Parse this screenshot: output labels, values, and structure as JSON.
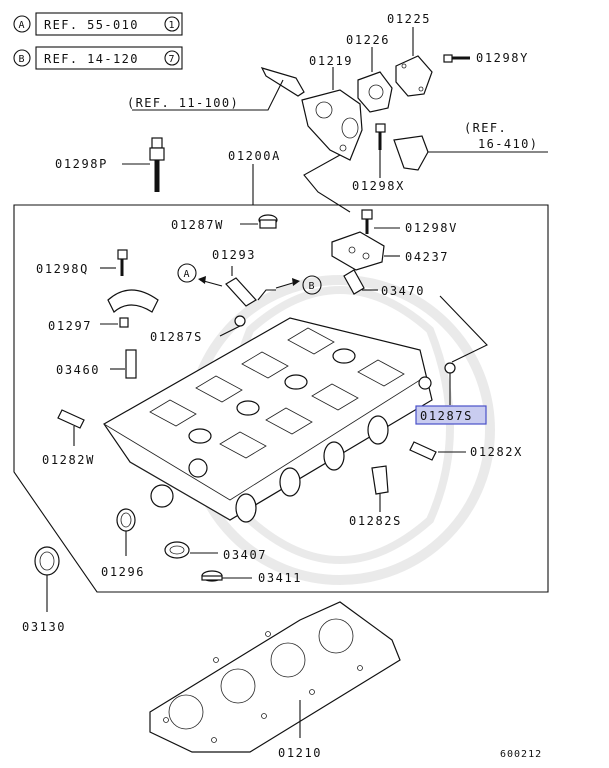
{
  "ref_boxes": [
    {
      "circle": "A",
      "text": "REF. 55-010",
      "page": "1"
    },
    {
      "circle": "B",
      "text": "REF. 14-120",
      "page": "7"
    }
  ],
  "ref_notes": {
    "ref_11_100": "(REF. 11-100)",
    "ref_16_410_line1": "(REF.",
    "ref_16_410_line2": "16-410)"
  },
  "parts": {
    "p01225": "01225",
    "p01226": "01226",
    "p01298Y": "01298Y",
    "p01219": "01219",
    "p01298P": "01298P",
    "p01200A": "01200A",
    "p01298X": "01298X",
    "p01287W": "01287W",
    "p01298V": "01298V",
    "p01293": "01293",
    "p04237": "04237",
    "p01298Q": "01298Q",
    "p03470": "03470",
    "p01297": "01297",
    "p01287S_left": "01287S",
    "p03460": "03460",
    "p01287S_highlight": "01287S",
    "p01282W": "01282W",
    "p01282X": "01282X",
    "p01282S": "01282S",
    "p01296": "01296",
    "p03407": "03407",
    "p03411": "03411",
    "p03130": "03130",
    "p01210": "01210"
  },
  "direction_markers": {
    "a": "A",
    "b": "B"
  },
  "diagram_code": "600212",
  "colors": {
    "highlight_fill": "#c9ccf0",
    "highlight_border": "#4a50c8",
    "line": "#111111"
  }
}
